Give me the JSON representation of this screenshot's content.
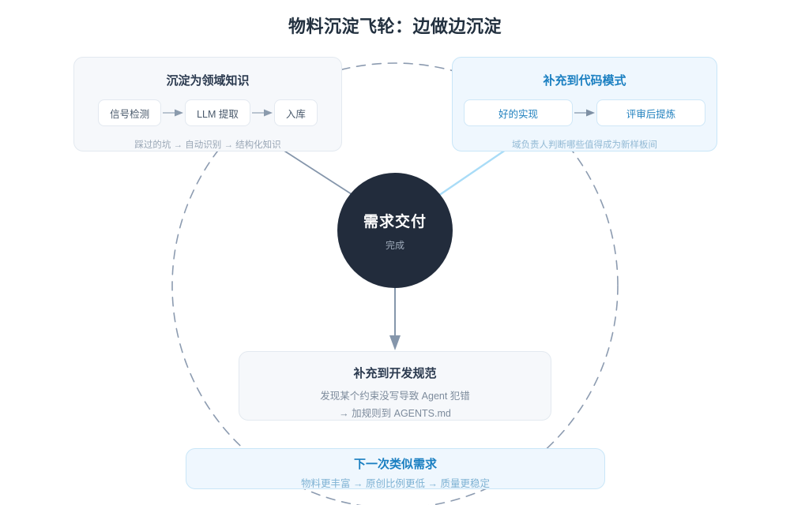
{
  "diagram": {
    "title": "物料沉淀飞轮：边做边沉淀",
    "hub": {
      "label": "需求交付",
      "sublabel": "完成"
    },
    "panels": {
      "left": {
        "heading": "沉淀为领域知识",
        "chips": [
          "信号检测",
          "LLM 提取",
          "入库"
        ],
        "caption": "踩过的坑 → 自动识别 → 结构化知识"
      },
      "right": {
        "heading": "补充到代码模式",
        "chips": [
          "好的实现",
          "评审后提炼"
        ],
        "caption": "域负责人判断哪些值得成为新样板间"
      },
      "bottom": {
        "heading": "补充到开发规范",
        "lines": [
          "发现某个约束没写导致 Agent 犯错",
          "→ 加规则到 AGENTS.md"
        ]
      },
      "footer": {
        "heading": "下一次类似需求",
        "subtitle": "物料更丰富 → 原创比例更低 → 质量更稳定"
      }
    },
    "colors": {
      "hub_fill": "#222c3c",
      "title_text": "#22303f",
      "panel_neutral_fill": "#f6f8fb",
      "panel_neutral_border": "#e3e9f0",
      "panel_blue_fill": "#eff7fe",
      "panel_blue_border": "#c9e6f8",
      "accent_blue": "#1a7fc1",
      "connector_slate": "#8596ab",
      "connector_blue": "#a9dcf7",
      "dashed_ring": "#8c9bb0",
      "muted_text": "#9aa7b6"
    },
    "icons": {
      "chip_arrow": "arrow-right-icon",
      "flow_arrow": "arrow-down-icon",
      "ring": "dashed-circle-icon"
    }
  }
}
